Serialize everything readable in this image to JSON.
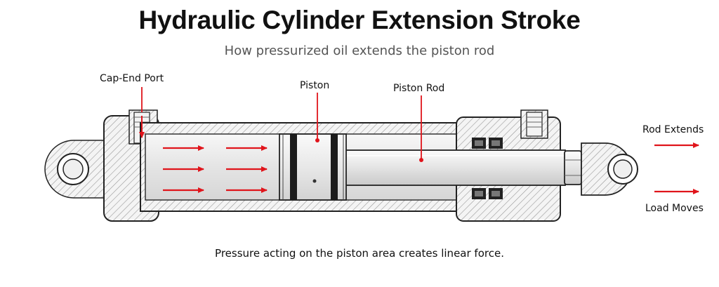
{
  "title": "Hydraulic Cylinder Extension Stroke",
  "subtitle": "How pressurized oil extends the piston rod",
  "labels": {
    "cap_end_port": "Cap-End Port",
    "piston": "Piston",
    "piston_rod": "Piston Rod",
    "rod_extends": "Rod Extends",
    "load_moves": "Load Moves"
  },
  "caption": "Pressure acting on the piston area creates linear force.",
  "colors": {
    "arrow": "#e0141b",
    "outline": "#222222",
    "barrel_fill": "#e9e9e9",
    "hatch": "#9a9a9a"
  }
}
